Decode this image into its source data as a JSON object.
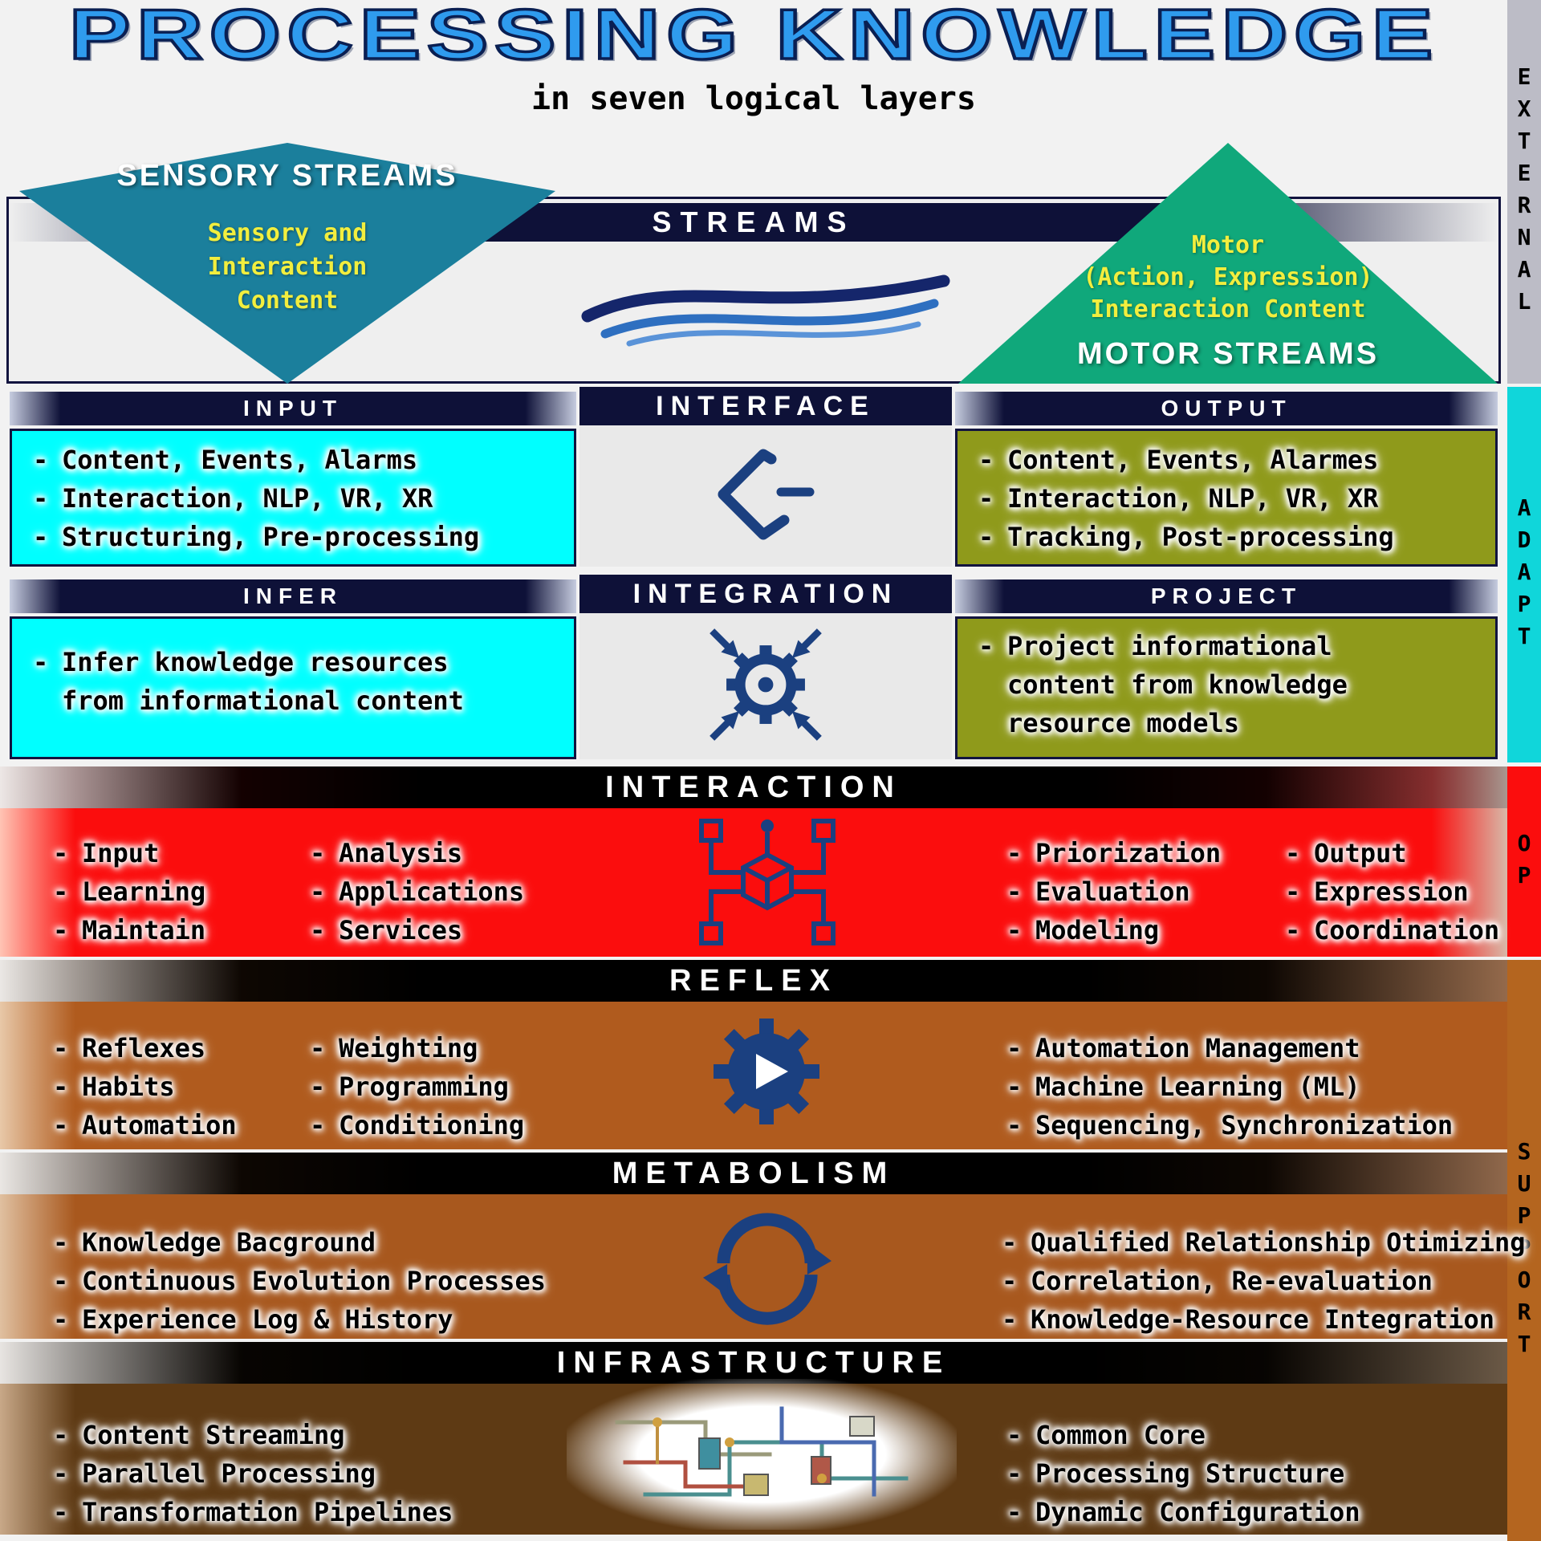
{
  "title": "PROCESSING KNOWLEDGE",
  "subtitle": "in seven logical layers",
  "colors": {
    "title_blue": "#2f9bee",
    "header_navy": "#0e1138",
    "cyan_panel": "#00ffff",
    "olive_panel": "#8f9a1b",
    "interaction_red": "#fb0d0d",
    "reflex_brown": "#b05b1e",
    "metabolism_brown": "#a8581e",
    "infrastructure_brown": "#5e3a14",
    "sensory_teal": "#1b7f9c",
    "motor_green": "#10a87b",
    "diamond_text_yellow": "#f2ee3e",
    "icon_navy": "#1b4080",
    "sidebar_external_gray": "#bcbcc6",
    "sidebar_adapt_cyan": "#10d6da",
    "sidebar_op_red": "#fb0d0d",
    "sidebar_support_orange": "#b4651f"
  },
  "icons": {
    "streams": "waves-icon",
    "interface": "code-diamond-icon",
    "integration": "gear-converge-icon",
    "interaction": "cube-network-icon",
    "reflex": "gear-play-icon",
    "metabolism": "cycle-arrows-icon",
    "infrastructure": "piping-diagram-icon"
  },
  "sidebar": {
    "external": "EXTERNAL",
    "adapt": "ADAPT",
    "op": "OP",
    "support": "SUPPORT"
  },
  "streams": {
    "header": "STREAMS",
    "sensory_title": "SENSORY STREAMS",
    "sensory_lines": [
      "Sensory and",
      "Interaction",
      "Content"
    ],
    "motor_lines": [
      "Motor",
      "(Action, Expression)",
      "Interaction Content"
    ],
    "motor_title": "MOTOR STREAMS"
  },
  "interface_layer": {
    "header": "INTERFACE",
    "input_header": "INPUT",
    "input_items": [
      "Content, Events, Alarms",
      "Interaction, NLP, VR, XR",
      "Structuring, Pre-processing"
    ],
    "output_header": "OUTPUT",
    "output_items": [
      "Content, Events, Alarmes",
      "Interaction, NLP, VR, XR",
      "Tracking, Post-processing"
    ]
  },
  "integration_layer": {
    "header": "INTEGRATION",
    "infer_header": "INFER",
    "infer_lines": [
      "Infer knowledge resources",
      "from informational content"
    ],
    "project_header": "PROJECT",
    "project_lines": [
      "Project informational",
      "content from knowledge",
      "resource models"
    ]
  },
  "interaction_layer": {
    "header": "INTERACTION",
    "left_col1": [
      "Input",
      "Learning",
      "Maintain"
    ],
    "left_col2": [
      "Analysis",
      "Applications",
      "Services"
    ],
    "right_col1": [
      "Priorization",
      "Evaluation",
      "Modeling"
    ],
    "right_col2": [
      "Output",
      "Expression",
      "Coordination"
    ]
  },
  "reflex_layer": {
    "header": "REFLEX",
    "left_col1": [
      "Reflexes",
      "Habits",
      "Automation"
    ],
    "left_col2": [
      "Weighting",
      "Programming",
      "Conditioning"
    ],
    "right_col": [
      "Automation Management",
      "Machine Learning (ML)",
      "Sequencing, Synchronization"
    ]
  },
  "metabolism_layer": {
    "header": "METABOLISM",
    "left_col": [
      "Knowledge Bacground",
      "Continuous Evolution Processes",
      "Experience Log & History"
    ],
    "right_col": [
      "Qualified Relationship Otimizing",
      "Correlation, Re-evaluation",
      "Knowledge-Resource Integration"
    ]
  },
  "infrastructure_layer": {
    "header": "INFRASTRUCTURE",
    "left_col": [
      "Content Streaming",
      "Parallel Processing",
      "Transformation Pipelines"
    ],
    "right_col": [
      "Common Core",
      "Processing Structure",
      "Dynamic Configuration"
    ]
  }
}
